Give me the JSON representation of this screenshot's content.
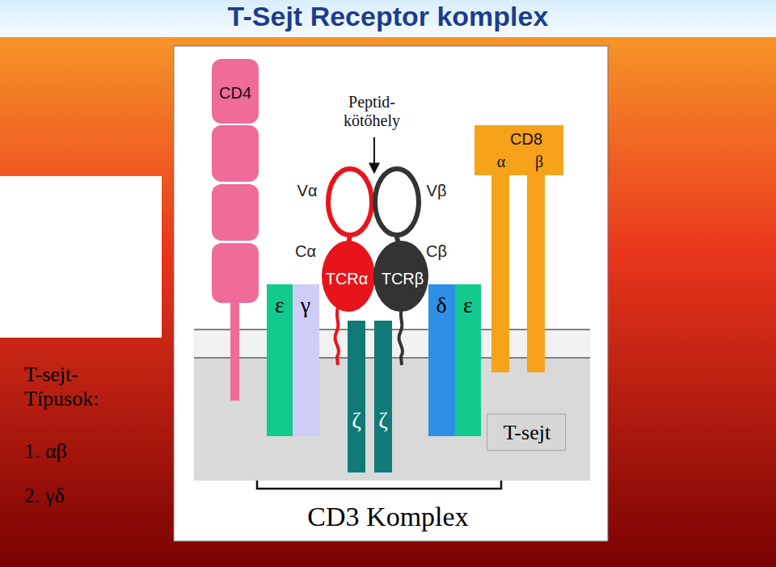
{
  "diagram": {
    "title": "T-Sejt Receptor komplex",
    "nodes": [
      {
        "text": [
          "T-sejt- Típusok:",
          "1. αβ",
          "2. γδ"
        ]
      },
      {
        "text": [
          "CD4"
        ]
      },
      {
        "text": [
          "CD8",
          "α",
          "β"
        ]
      },
      {
        "text": [
          "TCRα"
        ]
      },
      {
        "text": [
          "TCRβ"
        ]
      },
      {
        "text": [
          "ε"
        ]
      },
      {
        "text": [
          "γ"
        ]
      },
      {
        "text": [
          "δ"
        ]
      },
      {
        "text": [
          "ε"
        ]
      },
      {
        "text": [
          "ζ"
        ]
      },
      {
        "text": [
          "ζ"
        ]
      },
      {
        "text": [
          "T-sejt"
        ]
      }
    ],
    "labels": [
      "Peptid- kötőhely",
      "Vα",
      "Vβ",
      "Cα",
      "Cβ",
      "CD3 Komplex"
    ]
  }
}
